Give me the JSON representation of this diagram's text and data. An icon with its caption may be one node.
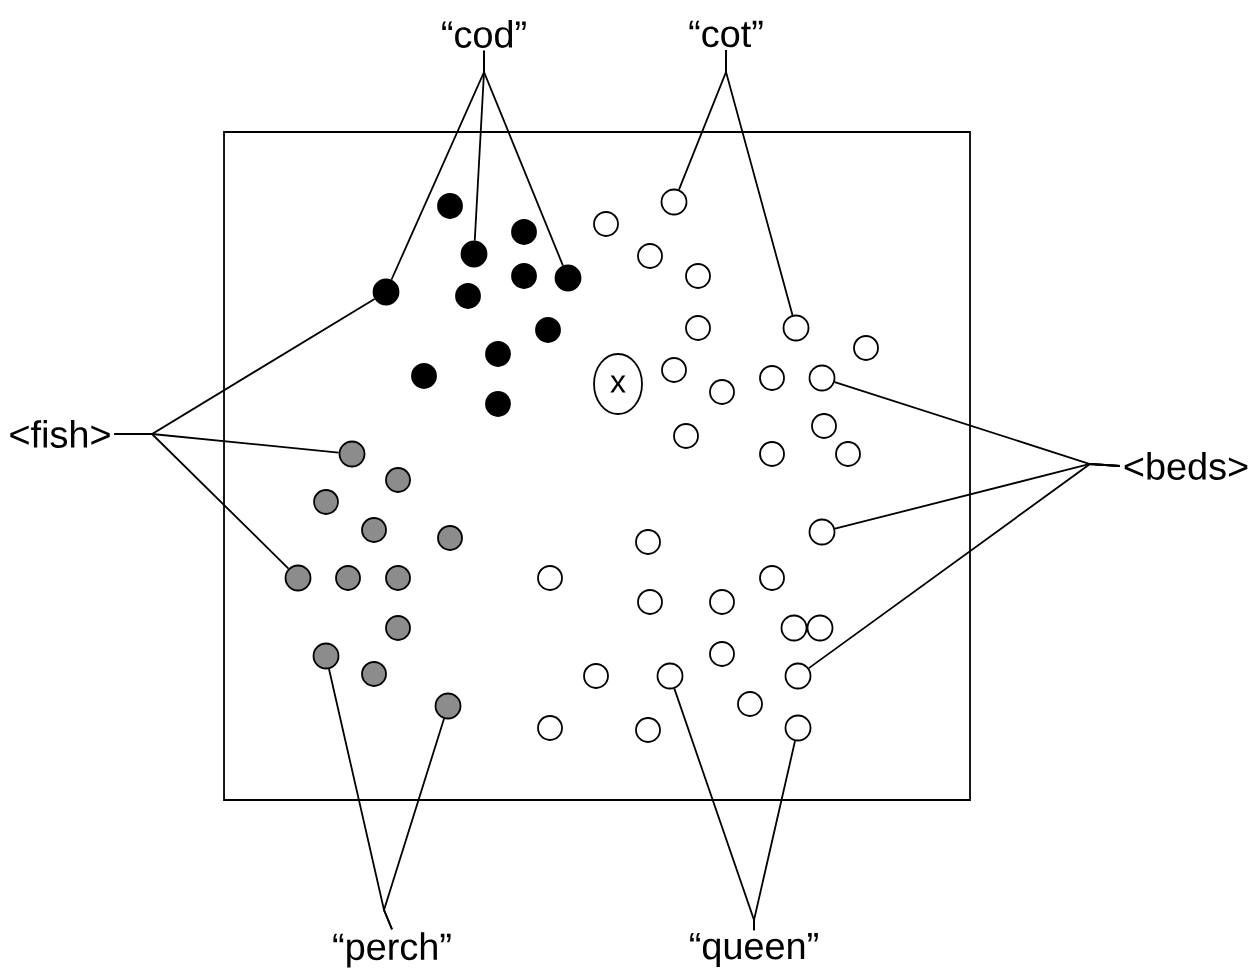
{
  "diagram": {
    "nodes": [
      {
        "text": [
          "“cod”"
        ]
      },
      {
        "text": [
          "“cot”"
        ]
      },
      {
        "text": [
          "<fish>"
        ]
      },
      {
        "text": [
          "<beds>"
        ]
      },
      {
        "text": [
          "“perch”"
        ]
      },
      {
        "text": [
          "“queen”"
        ]
      },
      {
        "text": [
          "x"
        ]
      },
      {
        "text": [],
        "shape": "circle"
      },
      {
        "text": [],
        "shape": "circle"
      },
      {
        "text": [],
        "shape": "circle"
      },
      {
        "text": [],
        "shape": "circle"
      },
      {
        "text": [],
        "shape": "circle"
      },
      {
        "text": [],
        "shape": "circle"
      },
      {
        "text": [],
        "shape": "circle"
      },
      {
        "text": [],
        "shape": "circle"
      },
      {
        "text": [],
        "shape": "circle"
      },
      {
        "text": [],
        "shape": "circle"
      },
      {
        "text": [],
        "shape": "circle"
      },
      {
        "text": [],
        "shape": "circle"
      },
      {
        "text": [],
        "shape": "circle"
      },
      {
        "text": [],
        "shape": "circle"
      },
      {
        "text": [],
        "shape": "circle"
      },
      {
        "text": [],
        "shape": "circle"
      }
    ],
    "edges": [
      {
        "from": 0,
        "to": 7,
        "arrow": "none"
      },
      {
        "from": 0,
        "to": 8,
        "arrow": "none"
      },
      {
        "from": 0,
        "to": 9,
        "arrow": "none"
      },
      {
        "from": 1,
        "to": 10,
        "arrow": "none"
      },
      {
        "from": 1,
        "to": 11,
        "arrow": "none"
      },
      {
        "from": 2,
        "to": 7,
        "arrow": "none"
      },
      {
        "from": 2,
        "to": 13,
        "arrow": "none"
      },
      {
        "from": 2,
        "to": 15,
        "arrow": "none"
      },
      {
        "from": 3,
        "to": 12,
        "arrow": "none"
      },
      {
        "from": 3,
        "to": 14,
        "arrow": "none"
      },
      {
        "from": 3,
        "to": 17,
        "arrow": "none"
      },
      {
        "from": 4,
        "to": 16,
        "arrow": "none"
      },
      {
        "from": 4,
        "to": 19,
        "arrow": "none"
      },
      {
        "from": 5,
        "to": 18,
        "arrow": "none"
      },
      {
        "from": 5,
        "to": 20,
        "arrow": "none"
      }
    ]
  }
}
